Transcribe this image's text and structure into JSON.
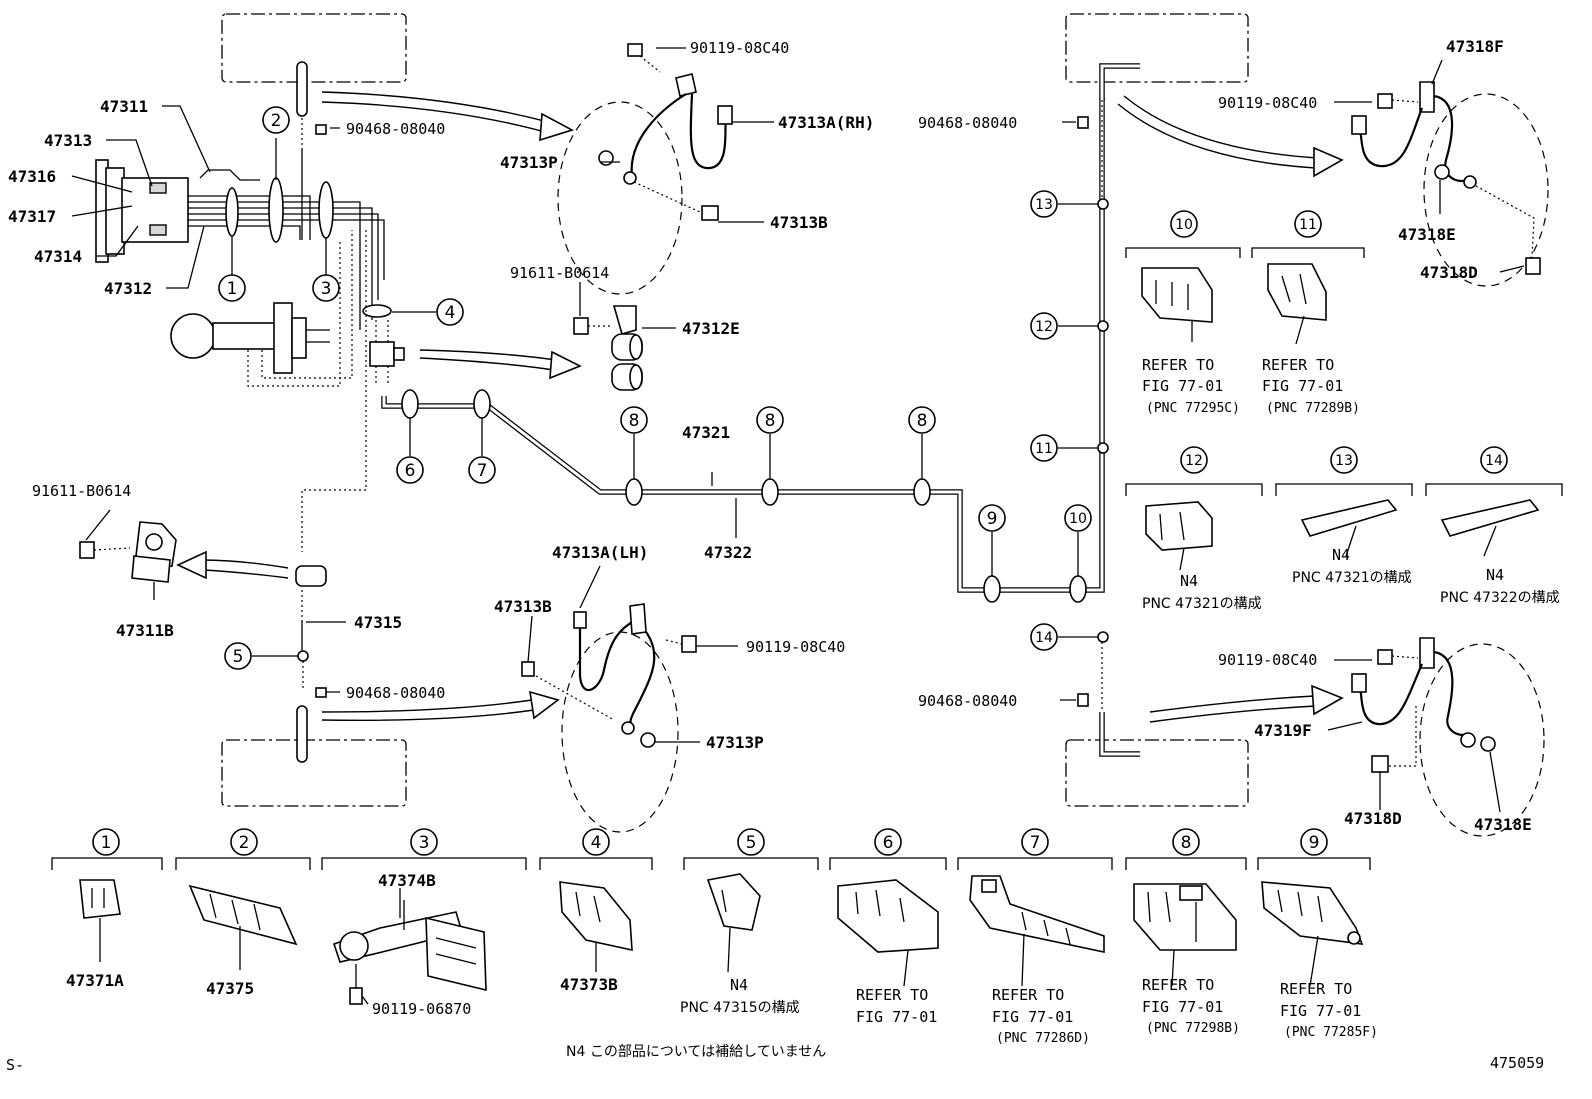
{
  "diagram_code": "475059",
  "corner_mark": "S-",
  "footnote": "N4 この部品については補給していません",
  "part_numbers": {
    "p47311": "47311",
    "p47313": "47313",
    "p47316": "47316",
    "p47317": "47317",
    "p47314": "47314",
    "p47312": "47312",
    "p90119_08C40_a": "90119-08C40",
    "p47313A_RH": "47313A(RH)",
    "p47313P_a": "47313P",
    "p47313B_a": "47313B",
    "p90468_08040_a": "90468-08040",
    "p91611_B0614_a": "91611-B0614",
    "p47312E": "47312E",
    "p47321": "47321",
    "p47322": "47322",
    "p91611_B0614_b": "91611-B0614",
    "p47311B": "47311B",
    "p47315": "47315",
    "p47313A_LH": "47313A(LH)",
    "p47313B_b": "47313B",
    "p90119_08C40_b": "90119-08C40",
    "p90468_08040_b": "90468-08040",
    "p47313P_b": "47313P",
    "p90468_08040_c": "90468-08040",
    "p47318F": "47318F",
    "p90119_08C40_c": "90119-08C40",
    "p47318E_a": "47318E",
    "p47318D_a": "47318D",
    "p90468_08040_d": "90468-08040",
    "p90119_08C40_d": "90119-08C40",
    "p47319F": "47319F",
    "p47318D_b": "47318D",
    "p47318E_b": "47318E",
    "p47374B": "47374B",
    "p47371A": "47371A",
    "p47375": "47375",
    "p90119_06870": "90119-06870",
    "p47373B": "47373B"
  },
  "callouts": [
    "1",
    "2",
    "3",
    "4",
    "5",
    "6",
    "7",
    "8",
    "9",
    "10",
    "11",
    "12",
    "13",
    "14"
  ],
  "notes": {
    "refer_to": "REFER TO",
    "fig_7701": "FIG 77-01",
    "pnc_77295C": "(PNC 77295C)",
    "pnc_77289B": "(PNC 77289B)",
    "pnc_77286D": "(PNC 77286D)",
    "pnc_77298B": "(PNC 77298B)",
    "pnc_77285F": "(PNC 77285F)",
    "n4": "N4",
    "pnc_47321": "PNC 47321の構成",
    "pnc_47322": "PNC 47322の構成",
    "pnc_47315": "PNC 47315の構成"
  }
}
